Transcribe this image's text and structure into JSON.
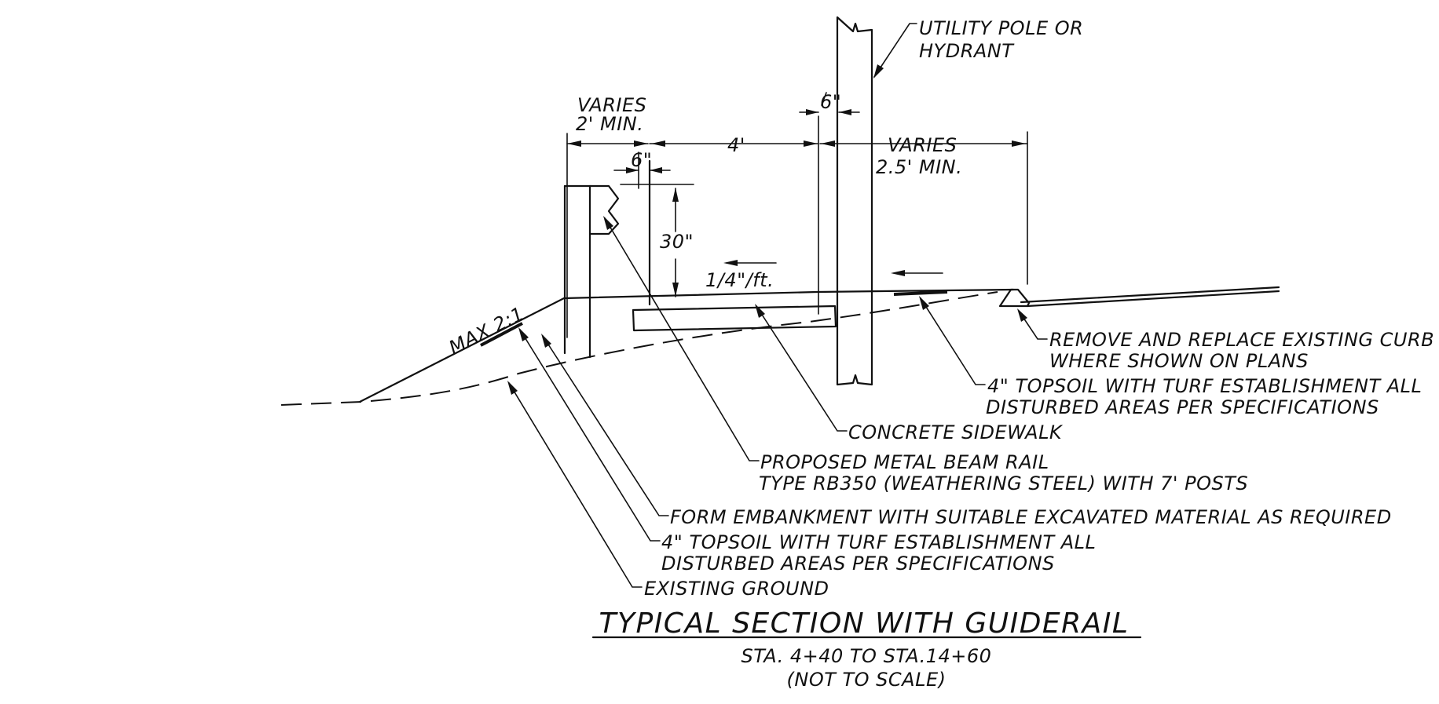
{
  "callouts": {
    "utility_pole": [
      "UTILITY POLE OR",
      "HYDRANT"
    ],
    "remove_curb": [
      "REMOVE AND REPLACE EXISTING CURB",
      "WHERE SHOWN ON PLANS"
    ],
    "topsoil_right": [
      "4\" TOPSOIL WITH TURF ESTABLISHMENT ALL",
      "DISTURBED AREAS PER SPECIFICATIONS"
    ],
    "concrete_sidewalk": "CONCRETE SIDEWALK",
    "metal_beam_rail": [
      "PROPOSED METAL BEAM RAIL",
      "TYPE RB350 (WEATHERING STEEL) WITH 7' POSTS"
    ],
    "form_embankment": "FORM EMBANKMENT WITH SUITABLE EXCAVATED MATERIAL AS REQUIRED",
    "topsoil_left": [
      "4\" TOPSOIL WITH TURF ESTABLISHMENT ALL",
      "DISTURBED AREAS PER SPECIFICATIONS"
    ],
    "existing_ground": "EXISTING GROUND"
  },
  "dimensions": {
    "varies_left": [
      "VARIES",
      "2' MIN."
    ],
    "rail_offset": "6\"",
    "sidewalk_width": "4'",
    "pole_offset": "6\"",
    "varies_right": [
      "VARIES",
      "2.5' MIN."
    ],
    "rail_height": "30\"",
    "cross_slope": "1/4\"/ft.",
    "max_slope": "MAX 2:1"
  },
  "title": {
    "main": "TYPICAL SECTION WITH GUIDERAIL",
    "station": "STA. 4+40 TO STA.14+60",
    "note": "(NOT TO SCALE)"
  }
}
